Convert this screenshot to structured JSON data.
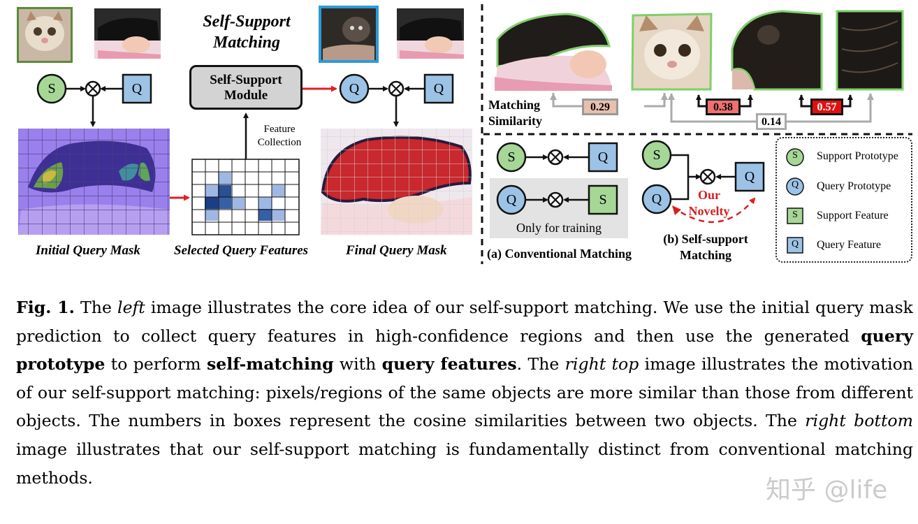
{
  "left_panel": {
    "title_line1": "Self-Support",
    "title_line2": "Matching",
    "module_line1": "Self-Support",
    "module_line2": "Module",
    "feature_collection_line1": "Feature",
    "feature_collection_line2": "Collection",
    "node_s": "S",
    "node_q": "Q",
    "label_initial": "Initial Query Mask",
    "label_selected": "Selected Query Features",
    "label_final": "Final Query Mask"
  },
  "right_top": {
    "matching_line1": "Matching",
    "matching_line2": "Similarity",
    "sim_values": [
      "0.29",
      "0.38",
      "0.14",
      "0.57"
    ],
    "sim_colors": [
      "#e8c0b0",
      "#f07070",
      "#ffffff",
      "#e01010"
    ]
  },
  "right_bottom": {
    "only_training": "Only for training",
    "label_a": "(a) Conventional Matching",
    "label_b_line1": "(b) Self-support",
    "label_b_line2": "Matching",
    "novelty_line1": "Our",
    "novelty_line2": "Novelty",
    "legend": [
      {
        "symbol": "S",
        "text": "Support Prototype"
      },
      {
        "symbol": "Q",
        "text": "Query Prototype"
      },
      {
        "symbol": "S",
        "text": "Support Feature"
      },
      {
        "symbol": "Q",
        "text": "Query Feature"
      }
    ]
  },
  "colors": {
    "support_green": "#a6d796",
    "query_blue": "#9cc3e6",
    "arrow_red": "#e02020",
    "mask_purple": "#8a5ae0",
    "mask_red": "#c8282e"
  },
  "caption": {
    "fig": "Fig. 1.",
    "p1": " The ",
    "left": "left",
    "p2": " image illustrates the core idea of our self-support matching. We use the initial query mask prediction to collect query features in high-confidence regions and then use the generated ",
    "qp": "query prototype",
    "p3": " to perform ",
    "sm": "self-matching",
    "p4": " with ",
    "qf": "query features",
    "p5": ". The ",
    "rt": "right top",
    "p6": " image illustrates the motivation of our self-support matching: pixels/regions of the same objects are more similar than those from different objects. The numbers in boxes represent the cosine similarities between two objects. The ",
    "rb": "right bottom",
    "p7": " image illustrates that our self-support matching is fundamentally distinct from conventional matching methods."
  },
  "watermark": "知乎 @life"
}
